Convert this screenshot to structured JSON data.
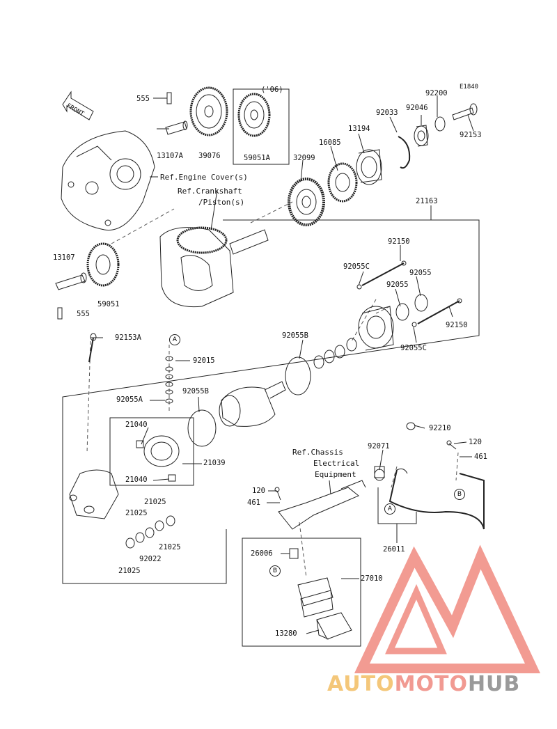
{
  "diagram_code": "E1840",
  "front_label": "FRONT",
  "year_note": "('06)",
  "refs": {
    "engine_cover": "Ref.Engine Cover(s)",
    "crankshaft_1": "Ref.Crankshaft",
    "crankshaft_2": "/Piston(s)",
    "chassis_1": "Ref.Chassis",
    "chassis_2": "Electrical",
    "chassis_3": "Equipment"
  },
  "parts": {
    "p555_top": "555",
    "p13107A": "13107A",
    "p39076": "39076",
    "p59051A": "59051A",
    "p32099": "32099",
    "p16085": "16085",
    "p13194": "13194",
    "p92033": "92033",
    "p92046": "92046",
    "p92200": "92200",
    "p92153": "92153",
    "p21163": "21163",
    "p13107": "13107",
    "p59051": "59051",
    "p555_bot": "555",
    "p92150_top": "92150",
    "p92055C_top": "92055C",
    "p92055_a": "92055",
    "p92055_b": "92055",
    "p92150_right": "92150",
    "p92055C_bot": "92055C",
    "p92153A": "92153A",
    "p92055B_top": "92055B",
    "p92015": "92015",
    "p92055A": "92055A",
    "p92055B_mid": "92055B",
    "p21040_top": "21040",
    "p21039": "21039",
    "p21040_bot": "21040",
    "p21025_1": "21025",
    "p21025_2": "21025",
    "p21025_3": "21025",
    "p92022": "92022",
    "p21025_4": "21025",
    "p92210": "92210",
    "p120_right": "120",
    "p461_right": "461",
    "p92071": "92071",
    "p120_left": "120",
    "p461_left": "461",
    "p26011": "26011",
    "p26006": "26006",
    "p27010": "27010",
    "p13280": "13280"
  },
  "callouts": {
    "A1": "A",
    "A2": "A",
    "B1": "B",
    "B2": "B"
  },
  "watermark": {
    "part1": "AUTO",
    "part2": "MOTO",
    "part3": "HUB",
    "colors": {
      "auto": "#f4c77a",
      "moto": "#f19a92",
      "hub": "#9a9a9a",
      "logo": "#f08a80"
    }
  }
}
